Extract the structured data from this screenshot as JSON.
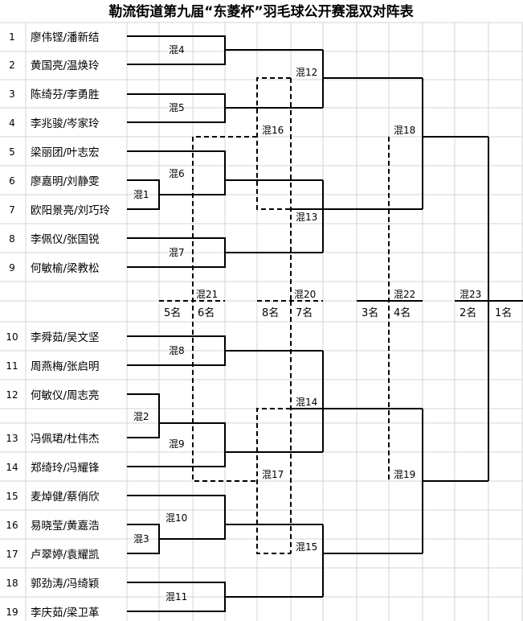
{
  "title": "勒流街道第九届“东菱杯”羽毛球公开赛混双对阵表",
  "players": [
    {
      "num": "1",
      "name": "廖伟铿/潘新结"
    },
    {
      "num": "2",
      "name": "黄国亮/温焕玲"
    },
    {
      "num": "3",
      "name": "陈绮芬/李勇胜"
    },
    {
      "num": "4",
      "name": "李兆骏/岑家玲"
    },
    {
      "num": "5",
      "name": "梁丽团/叶志宏"
    },
    {
      "num": "6",
      "name": "廖嘉明/刘静雯"
    },
    {
      "num": "7",
      "name": "欧阳景亮/刘巧玲"
    },
    {
      "num": "8",
      "name": "李佩仪/张国锐"
    },
    {
      "num": "9",
      "name": "何敏榆/梁教松"
    },
    {
      "num": "10",
      "name": "李舜茹/吴文坚"
    },
    {
      "num": "11",
      "name": "周燕梅/张启明"
    },
    {
      "num": "12",
      "name": "何敏仪/周志亮"
    },
    {
      "num": "13",
      "name": "冯佩珺/杜伟杰"
    },
    {
      "num": "14",
      "name": "郑绮玲/冯耀锋"
    },
    {
      "num": "15",
      "name": "麦焯健/蔡俏欣"
    },
    {
      "num": "16",
      "name": "易晓莹/黄嘉浩"
    },
    {
      "num": "17",
      "name": "卢翠婷/袁耀凯"
    },
    {
      "num": "18",
      "name": "郭劲涛/冯绮颖"
    },
    {
      "num": "19",
      "name": "李庆茹/梁卫革"
    }
  ],
  "matches": {
    "m1": "混1",
    "m2": "混2",
    "m3": "混3",
    "m4": "混4",
    "m5": "混5",
    "m6": "混6",
    "m7": "混7",
    "m8": "混8",
    "m9": "混9",
    "m10": "混10",
    "m11": "混11",
    "m12": "混12",
    "m13": "混13",
    "m14": "混14",
    "m15": "混15",
    "m16": "混16",
    "m17": "混17",
    "m18": "混18",
    "m19": "混19",
    "m20": "混20",
    "m21": "混21",
    "m22": "混22",
    "m23": "混23"
  },
  "ranks": {
    "r5": "5名",
    "r6": "6名",
    "r8": "8名",
    "r7": "7名",
    "r3": "3名",
    "r4": "4名",
    "r2": "2名",
    "r1": "1名"
  }
}
